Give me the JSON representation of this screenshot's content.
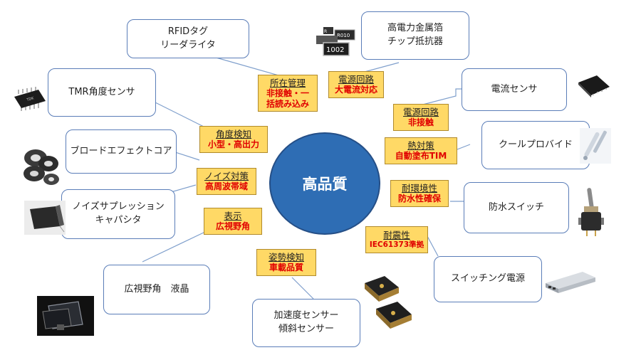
{
  "center": {
    "label": "高品質"
  },
  "components": {
    "rfid": "RFIDタグ\nリーダライタ",
    "chip_resistor": "高電力金属箔\nチップ抵抗器",
    "tmr": "TMR角度センサ",
    "current_sensor": "電流センサ",
    "core": "ブロードエフェクトコア",
    "cool": "クールプロバイド",
    "capacitor": "ノイズサプレッション\nキャパシタ",
    "waterproof": "防水スイッチ",
    "lcd": "広視野角　液晶",
    "power_supply": "スイッチング電源",
    "accel": "加速度センサー\n傾斜センサー"
  },
  "tags": {
    "location": {
      "title": "所在管理",
      "sub": "非接触・一\n括読み込み"
    },
    "power_circuit_1": {
      "title": "電源回路",
      "sub": "大電流対応"
    },
    "power_circuit_2": {
      "title": "電源回路",
      "sub": "非接触"
    },
    "angle": {
      "title": "角度検知",
      "sub": "小型・高出力"
    },
    "thermal": {
      "title": "熱対策",
      "sub": "自動塗布TIM"
    },
    "noise": {
      "title": "ノイズ対策",
      "sub": "高周波帯域"
    },
    "environment": {
      "title": "耐環境性",
      "sub": "防水性確保"
    },
    "display": {
      "title": "表示",
      "sub": "広視野角"
    },
    "vibration": {
      "title": "耐震性",
      "sub": "IEC61373準拠"
    },
    "posture": {
      "title": "姿勢検知",
      "sub": "車載品質"
    }
  },
  "images": {
    "resistor_labels": [
      "R010",
      "1002"
    ],
    "ic_label": "TDK"
  },
  "colors": {
    "center": "#2e6db4",
    "tag_fill": "#ffd966",
    "tag_text": "#e00000",
    "border": "#5a7db8"
  }
}
